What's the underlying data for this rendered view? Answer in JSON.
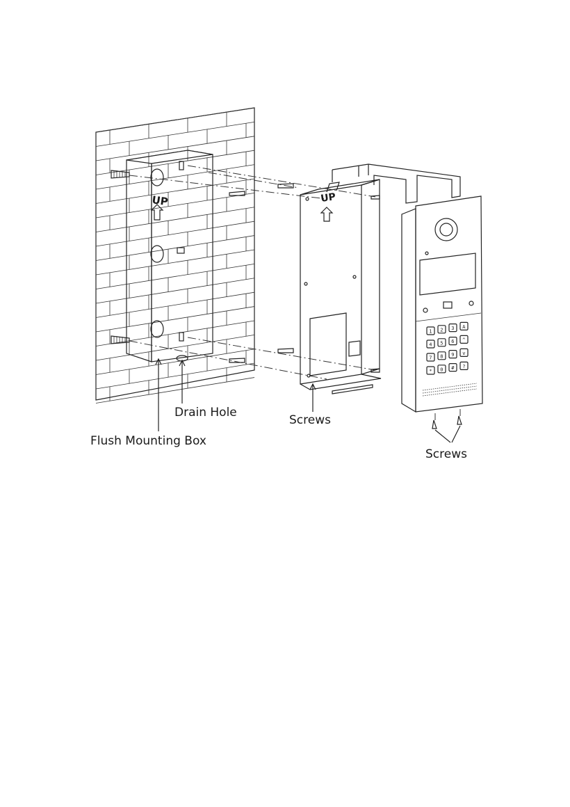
{
  "labels": {
    "drain_hole": "Drain Hole",
    "flush_mounting_box": "Flush Mounting Box",
    "screws_bracket": "Screws",
    "screws_device": "Screws",
    "up_box": "UP",
    "up_bracket": "UP"
  },
  "keypad": [
    "1",
    "2",
    "3",
    "A",
    "4",
    "5",
    "6",
    "^",
    "7",
    "8",
    "9",
    "v",
    "*",
    "0",
    "#",
    "?"
  ],
  "colors": {
    "line": "#222222",
    "background": "#ffffff"
  }
}
